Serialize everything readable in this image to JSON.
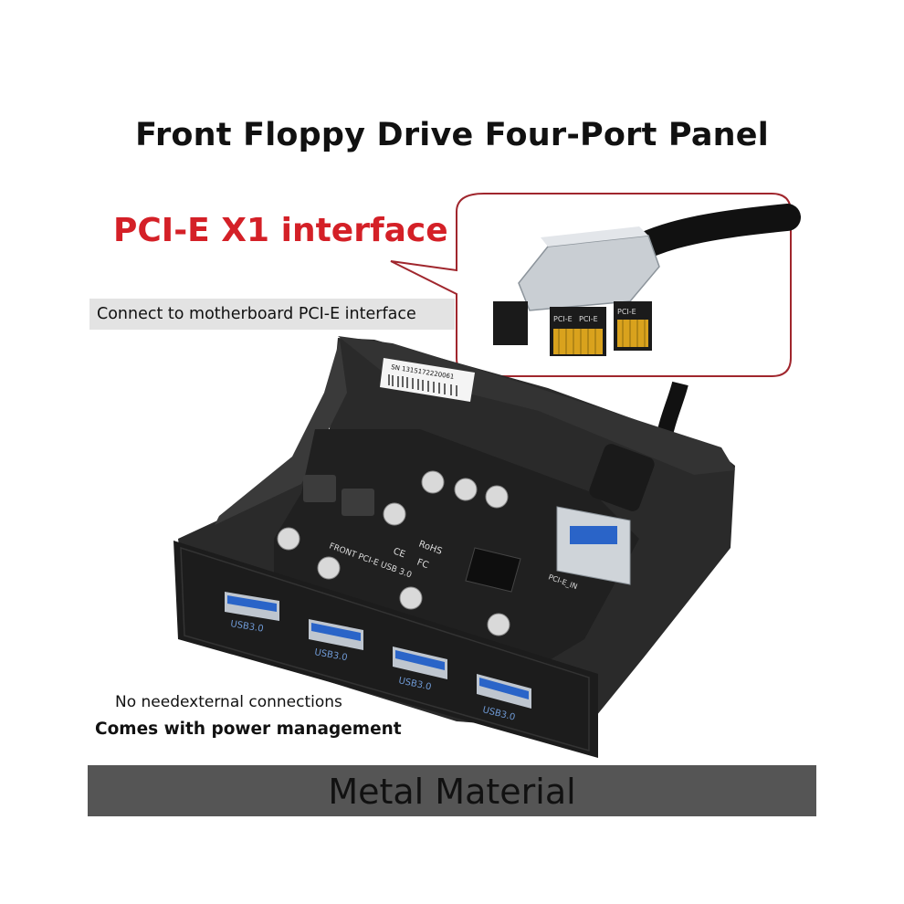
{
  "title": "Front Floppy Drive Four-Port Panel",
  "callout": {
    "interface_label": "PCI-E X1 interface",
    "connect_label": "Connect to motherboard PCI-E interface",
    "card_labels": [
      "PCI-E",
      "PCI-E",
      "PCI-E"
    ]
  },
  "product": {
    "port_label": "USB3.0",
    "board_text": [
      "FRONT PCI-E USB 3.0",
      "RoHS",
      "FC",
      "CE",
      "PCI-E_IN"
    ],
    "sticker_text": "SN 1315172220061"
  },
  "notes": {
    "line1": "No needexternal connections",
    "line2": "Comes with power management"
  },
  "footer": {
    "material": "Metal Material"
  },
  "colors": {
    "accent_red": "#d42027",
    "usb_blue": "#2a64c8",
    "panel_black": "#1c1c1c"
  }
}
